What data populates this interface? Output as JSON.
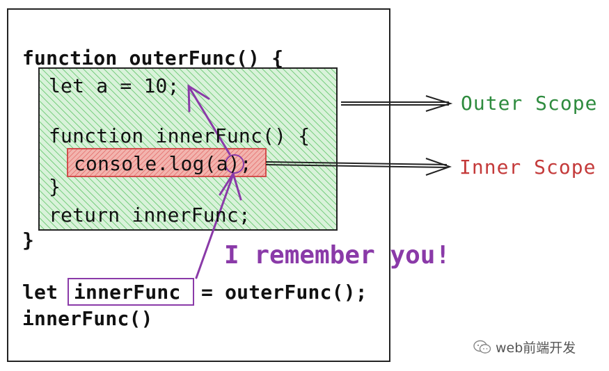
{
  "code": {
    "line1": "function outerFunc() {",
    "line2": "let a = 10;",
    "line3": "function innerFunc() {",
    "line4": "console.log(a);",
    "line5": "}",
    "line6": "return innerFunc;",
    "line7": "}",
    "line8_let": "let",
    "line8_var": "innerFunc",
    "line8_rest": "= outerFunc();",
    "line9": "innerFunc()"
  },
  "labels": {
    "outer_scope": "Outer Scope",
    "inner_scope": "Inner Scope",
    "remember": "I remember you!"
  },
  "watermark": {
    "text": "web前端开发"
  },
  "colors": {
    "outer_green": "#2e8b3e",
    "hatch_green": "#5cc465",
    "inner_red": "#c43a3a",
    "hatch_red": "#e05555",
    "purple": "#8a3aa8",
    "ink": "#111111"
  },
  "icons": [
    "arrow-right-icon",
    "purple-arrow-icon",
    "wechat-icon"
  ]
}
